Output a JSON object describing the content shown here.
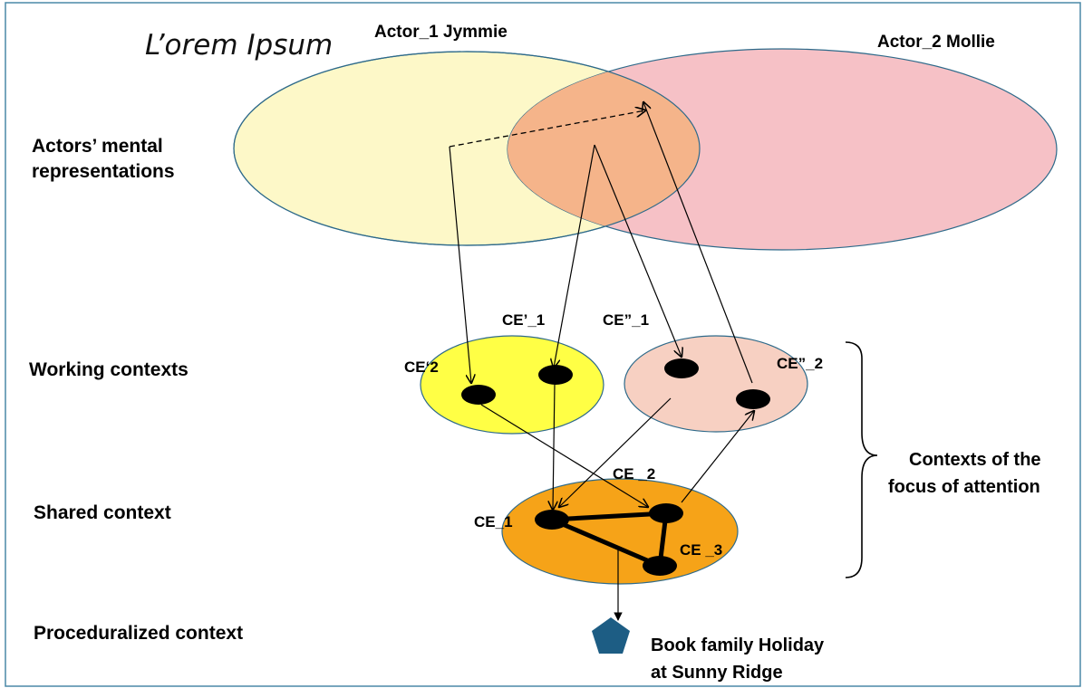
{
  "watermark": "L’orem Ipsum",
  "actors": {
    "actor1": "Actor_1  Jymmie",
    "actor2": "Actor_2 Mollie"
  },
  "rows": {
    "mental_line1": "Actors’ mental",
    "mental_line2": "representations",
    "working": "Working contexts",
    "shared": "Shared context",
    "proceduralized": "Proceduralized context"
  },
  "ce_labels": {
    "ce1_prime": "CE’_1",
    "ce1_dprime": "CE”_1",
    "ce2_prime": "CE‘2",
    "ce2_dprime": "CE”_2",
    "ce_2": "CE _2",
    "ce_1": "CE_1",
    "ce_3": "CE _3"
  },
  "brace_label": {
    "line1": "Contexts of the",
    "line2": "focus of attention"
  },
  "outcome": {
    "line1": "Book family Holiday",
    "line2": "at Sunny Ridge",
    "icon": "pentagon-icon"
  },
  "colors": {
    "actor1_fill": "#fdf8c8",
    "actor2_fill": "#f6c1c6",
    "overlap_fill": "#f5b48a",
    "working1_fill": "#ffff45",
    "working2_fill": "#f7d0c2",
    "shared_fill": "#f6a318",
    "node_fill": "#000000",
    "ellipse_stroke": "#2e6a8a",
    "pentagon_fill": "#1d5d84",
    "frame": "#4a89a7"
  }
}
